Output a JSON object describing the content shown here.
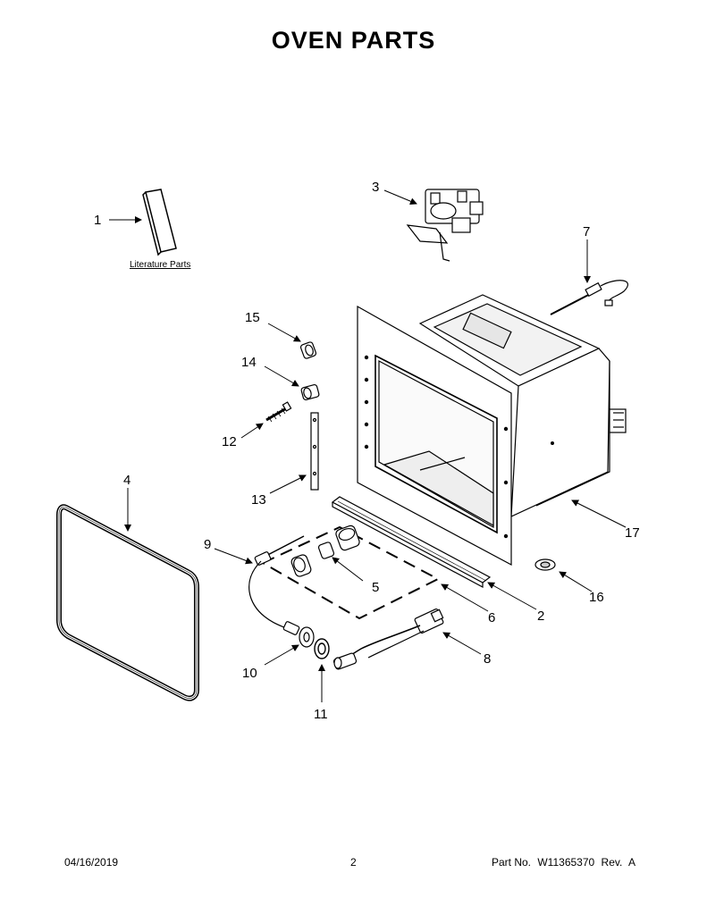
{
  "title": "OVEN PARTS",
  "literature_label": "Literature Parts",
  "callouts": {
    "c1": "1",
    "c2": "2",
    "c3": "3",
    "c4": "4",
    "c5": "5",
    "c6": "6",
    "c7": "7",
    "c8": "8",
    "c9": "9",
    "c10": "10",
    "c11": "11",
    "c12": "12",
    "c13": "13",
    "c14": "14",
    "c15": "15",
    "c16": "16",
    "c17": "17"
  },
  "footer": {
    "date": "04/16/2019",
    "page": "2",
    "part_label": "Part No.",
    "part_number": "W11365370",
    "rev_label": "Rev.",
    "rev": "A"
  }
}
